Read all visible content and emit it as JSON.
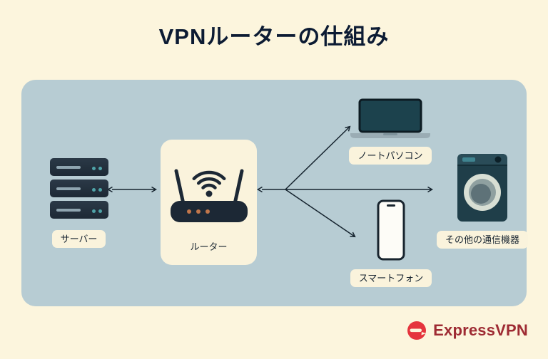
{
  "title": "VPNルーターの仕組み",
  "nodes": {
    "server": {
      "label": "サーバー",
      "icon": "server-icon"
    },
    "router": {
      "label": "ルーター",
      "icon": "wifi-router-icon"
    },
    "laptop": {
      "label": "ノートパソコン",
      "icon": "laptop-icon"
    },
    "other_devices": {
      "label": "その他の通信機器",
      "icon": "washing-machine-icon"
    },
    "smartphone": {
      "label": "スマートフォン",
      "icon": "smartphone-icon"
    }
  },
  "connections": [
    {
      "from": "server",
      "to": "router",
      "bidirectional": true
    },
    {
      "from": "router",
      "to": "laptop",
      "bidirectional": false
    },
    {
      "from": "router",
      "to": "other_devices",
      "bidirectional": true
    },
    {
      "from": "router",
      "to": "smartphone",
      "bidirectional": false
    }
  ],
  "branding": {
    "logo_text": "ExpressVPN",
    "logo_icon": "expressvpn-mark-icon"
  },
  "colors": {
    "background": "#FCF5DD",
    "panel": "#B7CCD3",
    "title_text": "#0C1B33",
    "label_pill": "#FAF3DC",
    "device_dark": "#1E2B38",
    "brand_red": "#E5343D",
    "brand_text": "#9E2B33"
  }
}
